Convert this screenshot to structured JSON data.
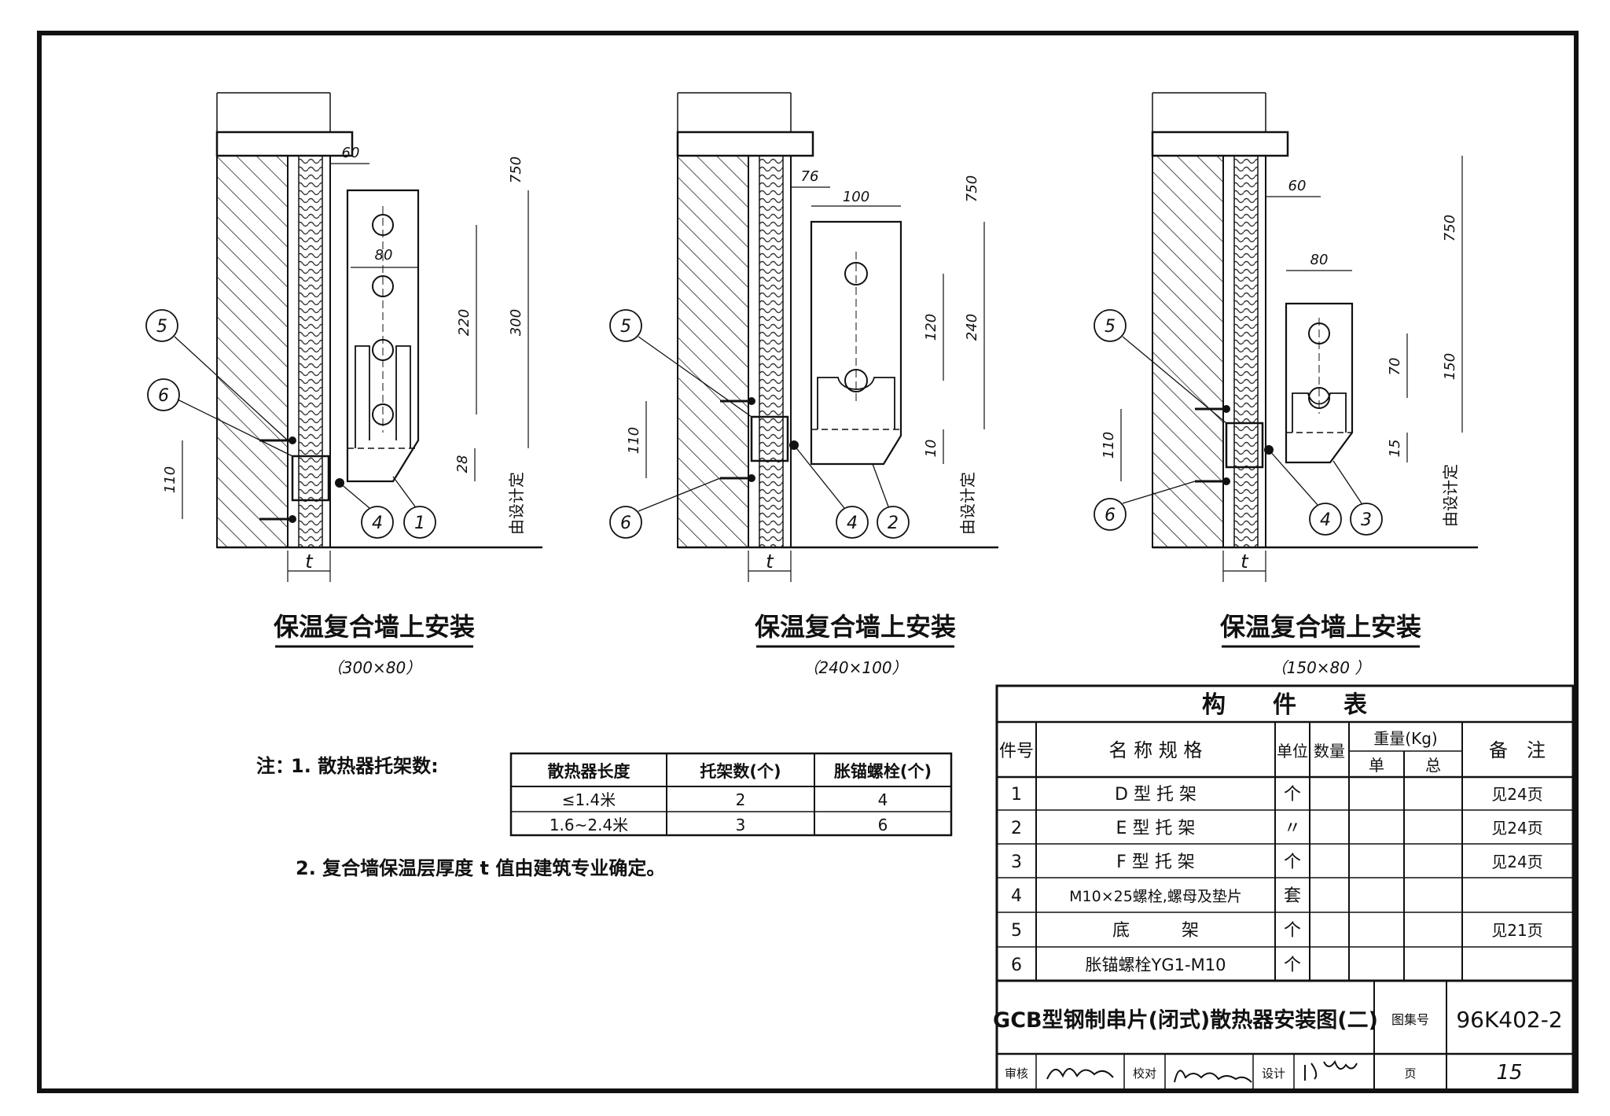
{
  "views": [
    {
      "title": "保温复合墙上安装",
      "subtitle": "（300×80）",
      "dims": {
        "top": "60",
        "width": "80",
        "hole": "220",
        "total": "300",
        "mid": "28",
        "bot": "110",
        "upper": "750"
      },
      "part_label": "1",
      "site_note": "由设计定",
      "t_label": "t"
    },
    {
      "title": "保温复合墙上安装",
      "subtitle": "（240×100）",
      "dims": {
        "top": "76",
        "width": "100",
        "hole": "120",
        "total": "240",
        "mid": "10",
        "bot": "110",
        "upper": "750"
      },
      "part_label": "2",
      "site_note": "由设计定",
      "t_label": "t"
    },
    {
      "title": "保温复合墙上安装",
      "subtitle": "（150×80 ）",
      "dims": {
        "top": "60",
        "width": "80",
        "hole": "70",
        "total": "150",
        "mid": "15",
        "bot": "110",
        "upper": "750"
      },
      "part_label": "3",
      "site_note": "由设计定",
      "t_label": "t"
    }
  ],
  "callouts": {
    "c4": "4",
    "c5": "5",
    "c6": "6"
  },
  "notes": {
    "prefix": "注：",
    "n1": "1. 散热器托架数:",
    "n2": "2. 复合墙保温层厚度 t 值由建筑专业确定。"
  },
  "bracket_table": {
    "headers": [
      "散热器长度",
      "托架数(个)",
      "胀锚螺栓(个)"
    ],
    "rows": [
      [
        "≤1.4米",
        "2",
        "4"
      ],
      [
        "1.6~2.4米",
        "3",
        "6"
      ]
    ]
  },
  "parts_table": {
    "title": "构　　件　　表",
    "h_no": "件号",
    "h_name": "名 称 规 格",
    "h_unit": "单位",
    "h_qty": "数量",
    "h_weight": "重量(Kg)",
    "h_unit_w": "单",
    "h_total_w": "总",
    "h_remark": "备　注",
    "rows": [
      {
        "no": "1",
        "name": "D 型 托 架",
        "unit": "个",
        "remark": "见24页"
      },
      {
        "no": "2",
        "name": "E 型 托 架",
        "unit": "〃",
        "remark": "见24页"
      },
      {
        "no": "3",
        "name": "F 型 托 架",
        "unit": "个",
        "remark": "见24页"
      },
      {
        "no": "4",
        "name": "M10×25螺栓,螺母及垫片",
        "unit": "套",
        "remark": ""
      },
      {
        "no": "5",
        "name": "底　　　架",
        "unit": "个",
        "remark": "见21页"
      },
      {
        "no": "6",
        "name": "胀锚螺栓YG1-M10",
        "unit": "个",
        "remark": ""
      }
    ]
  },
  "title_block": {
    "drawing_title": "GCB型钢制串片(闭式)散热器安装图(二)",
    "atlas_label": "图集号",
    "atlas_no": "96K402-2",
    "review": "审核",
    "check": "校对",
    "design": "设计",
    "page_label": "页",
    "page_no": "15"
  }
}
